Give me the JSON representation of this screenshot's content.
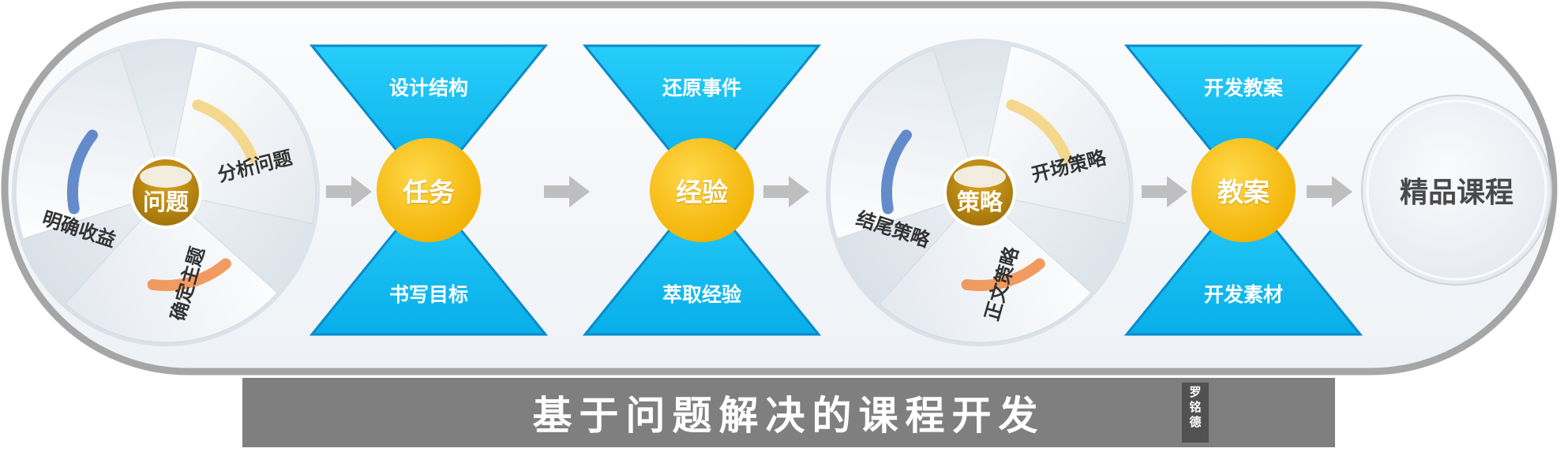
{
  "title": "基于问题解决的课程开发",
  "seal": [
    "罗",
    "铭",
    "德"
  ],
  "pinwheels": [
    {
      "hub": "问题",
      "petals": [
        "分析问题",
        "明确收益",
        "确定主题"
      ]
    },
    {
      "hub": "策略",
      "petals": [
        "开场策略",
        "结尾策略",
        "正文策略"
      ]
    }
  ],
  "hourglasses": [
    {
      "center": "任务",
      "top": "设计结构",
      "bottom": "书写目标"
    },
    {
      "center": "经验",
      "top": "还原事件",
      "bottom": "萃取经验"
    },
    {
      "center": "教案",
      "top": "开发教案",
      "bottom": "开发素材"
    }
  ],
  "final": "精品课程",
  "colors": {
    "frame": "#a6a6a6",
    "capsule_fill": "#f7f9fb",
    "hourglass": "#13c0f5",
    "hourglass_stroke": "#0b8ac9",
    "center_circle": "#f8be07",
    "hub": "#b8860b",
    "arrow": "#bfbfbf",
    "banner": "#7f7f7f",
    "petal_gold": "#f3d27a",
    "petal_orange": "#f08b45",
    "petal_blue": "#4a78c2"
  }
}
